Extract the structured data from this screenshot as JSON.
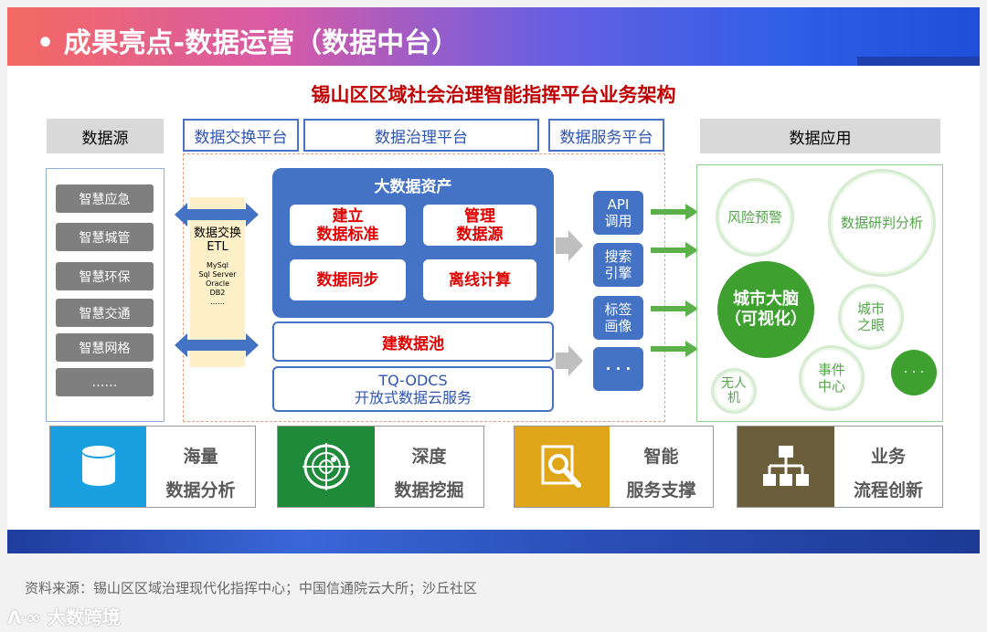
{
  "header": {
    "title": "• 成果亮点-数据运营（数据中台）"
  },
  "subtitle": "锡山区区域社会治理智能指挥平台业务架构",
  "top_labels": {
    "data_source": "数据源",
    "exchange_platform": "数据交换平台",
    "governance_platform": "数据治理平台",
    "service_platform": "数据服务平台",
    "data_application": "数据应用"
  },
  "sources": [
    "智慧应急",
    "智慧城管",
    "智慧环保",
    "智慧交通",
    "智慧网格",
    "……"
  ],
  "etl": {
    "line1": "数据交换",
    "line2": "ETL",
    "db": [
      "MySql",
      "Sql Server",
      "Oracle",
      "DB2",
      "……"
    ]
  },
  "assets": {
    "title": "大数据资产",
    "boxes": [
      {
        "line1": "建立",
        "line2": "数据标准"
      },
      {
        "line1": "管理",
        "line2": "数据源"
      },
      {
        "line1": "数据同步",
        "line2": ""
      },
      {
        "line1": "离线计算",
        "line2": ""
      }
    ]
  },
  "data_pool": "建数据池",
  "tq": {
    "line1": "TQ-ODCS",
    "line2": "开放式数据云服务"
  },
  "services": [
    {
      "line1": "API",
      "line2": "调用"
    },
    {
      "line1": "搜索",
      "line2": "引擎"
    },
    {
      "line1": "标签",
      "line2": "画像"
    },
    {
      "line1": "· · ·",
      "line2": ""
    }
  ],
  "apps": {
    "risk": "风险预警",
    "research": "数据研判分析",
    "brain": {
      "line1": "城市大脑",
      "line2": "（可视化）"
    },
    "eye": {
      "line1": "城市",
      "line2": "之眼"
    },
    "event": {
      "line1": "事件",
      "line2": "中心"
    },
    "drone": {
      "line1": "无人",
      "line2": "机"
    },
    "more": "· · ·"
  },
  "features": [
    {
      "line1": "海量",
      "line2": "数据分析",
      "icon": "database-icon",
      "color": "#1aa0e0"
    },
    {
      "line1": "深度",
      "line2": "数据挖掘",
      "icon": "radar-icon",
      "color": "#1f8a3a"
    },
    {
      "line1": "智能",
      "line2": "服务支撑",
      "icon": "search-document-icon",
      "color": "#e0a619"
    },
    {
      "line1": "业务",
      "line2": "流程创新",
      "icon": "org-chart-icon",
      "color": "#6b5e3a"
    }
  ],
  "source_note": "资料来源：锡山区区域治理现代化指挥中心；中国信通院云大所；沙丘社区",
  "watermark": "大数跨境",
  "colors": {
    "accent_blue": "#4472c4",
    "accent_red": "#c00000",
    "accent_green": "#3da02f",
    "arrow_green": "#5bb04a"
  }
}
